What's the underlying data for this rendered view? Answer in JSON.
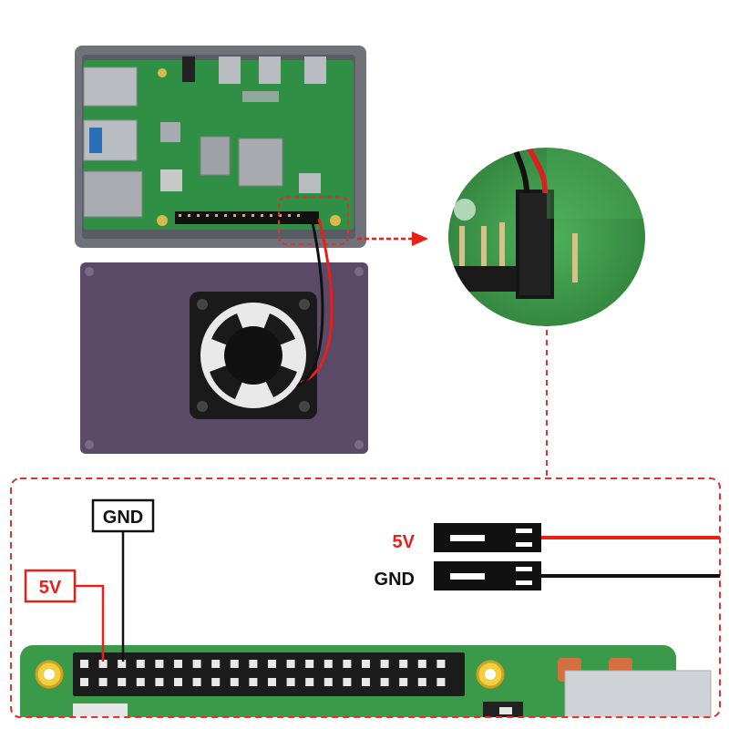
{
  "wiring": {
    "legend_5v": "5V",
    "legend_gnd": "GND",
    "pin_label_5v": "5V",
    "pin_label_gnd": "GND"
  },
  "colors": {
    "wire_5v": "#e8201a",
    "wire_gnd": "#111111",
    "callout_dash": "#e03030",
    "pcb_green": "#3a9a4a",
    "case_grey": "#6f7379",
    "fan_plate": "#5a4a68"
  },
  "icons": {
    "board": "raspberry-pi-board",
    "fan": "cooling-fan",
    "connector": "dupont-connector"
  }
}
